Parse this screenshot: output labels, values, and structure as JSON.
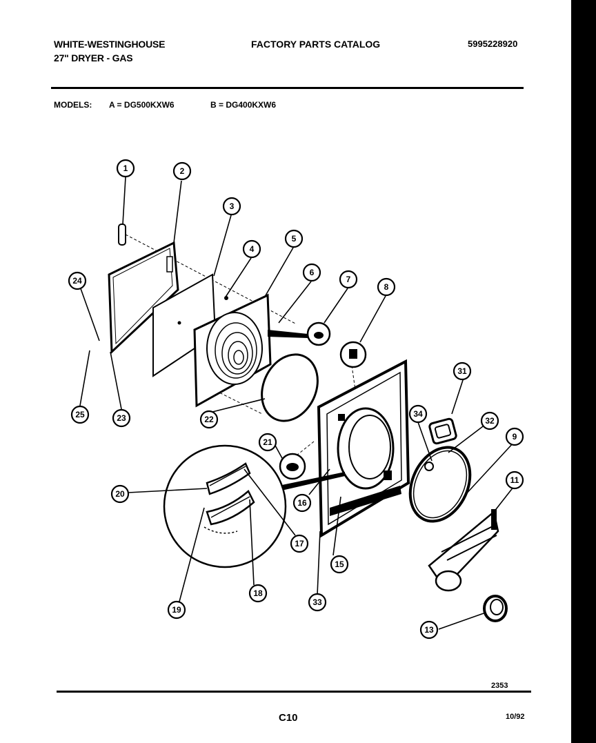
{
  "header": {
    "brand": "WHITE-WESTINGHOUSE",
    "product": "27\" DRYER - GAS",
    "catalog_title": "FACTORY PARTS CATALOG",
    "publication_number": "5995228920"
  },
  "models": {
    "label": "MODELS:",
    "a": "A = DG500KXW6",
    "b": "B = DG400KXW6"
  },
  "callouts": [
    "1",
    "2",
    "3",
    "4",
    "5",
    "6",
    "7",
    "8",
    "9",
    "11",
    "13",
    "15",
    "16",
    "17",
    "18",
    "19",
    "20",
    "21",
    "22",
    "23",
    "24",
    "25",
    "31",
    "32",
    "33",
    "34"
  ],
  "footer": {
    "reference": "2353",
    "page": "C10",
    "date": "10/92"
  }
}
